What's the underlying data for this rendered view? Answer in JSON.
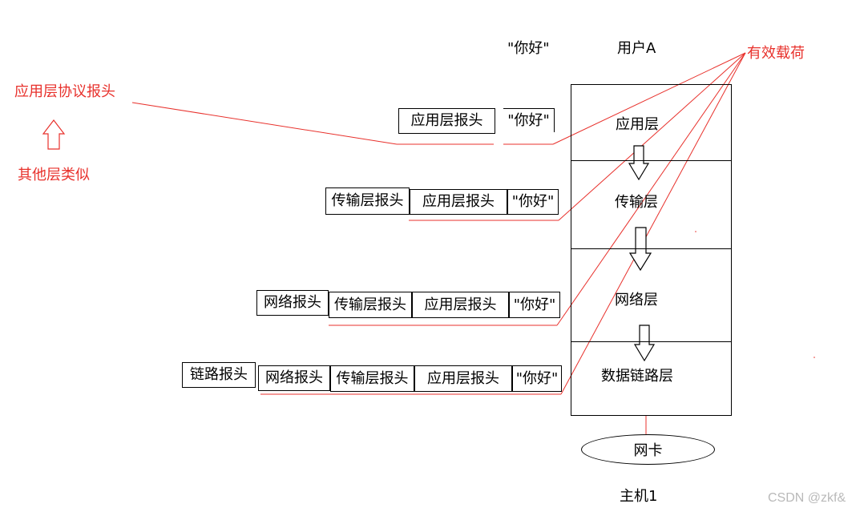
{
  "header": {
    "greeting": "\"你好\"",
    "user": "用户A"
  },
  "annotations": {
    "payload": "有效载荷",
    "app_header_note": "应用层协议报头",
    "other_layers_note": "其他层类似"
  },
  "layers": [
    "应用层",
    "传输层",
    "网络层",
    "数据链路层"
  ],
  "packets": {
    "app": [
      "应用层报头",
      "\"你好\""
    ],
    "transport": [
      "传输层报头",
      "应用层报头",
      "\"你好\""
    ],
    "network": [
      "网络报头",
      "传输层报头",
      "应用层报头",
      "\"你好\""
    ],
    "link": [
      "链路报头",
      "网络报头",
      "传输层报头",
      "应用层报头",
      "\"你好\""
    ]
  },
  "nic": "网卡",
  "host": "主机1",
  "watermark": "CSDN @zkf&",
  "colors": {
    "annotation": "#e8312c",
    "line": "#e8312c",
    "border": "#000000"
  }
}
